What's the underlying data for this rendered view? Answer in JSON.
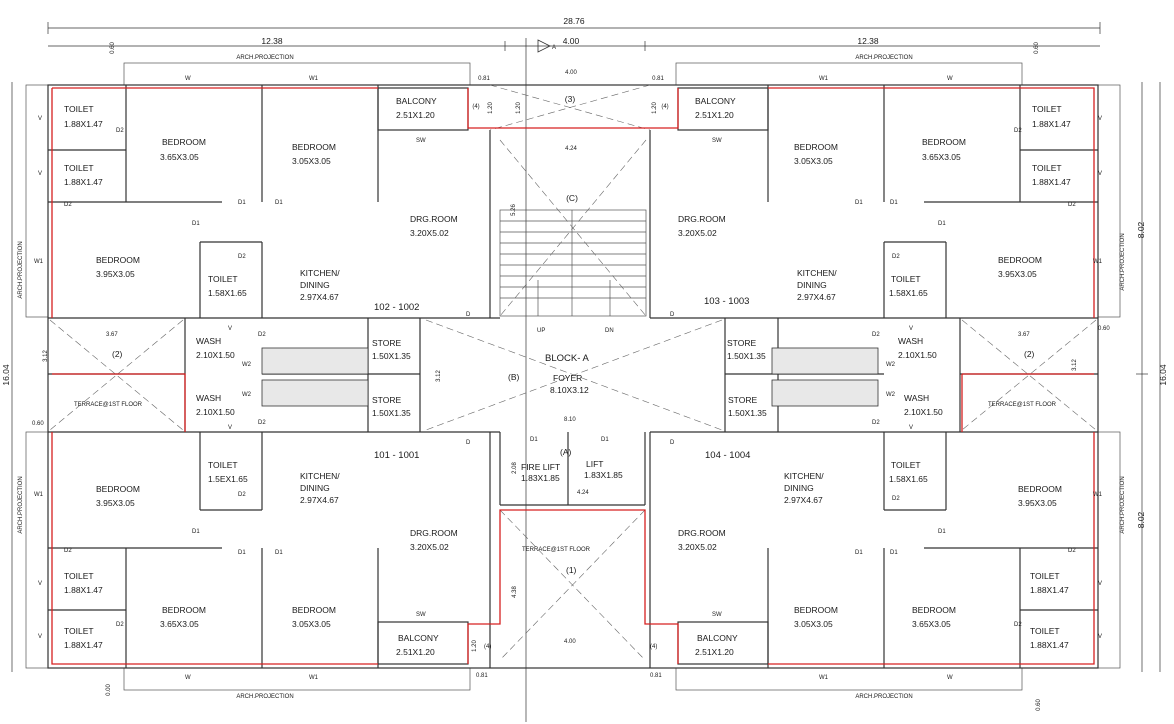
{
  "dimensions": {
    "overall_width": "28.76",
    "left_half": "12.38",
    "right_half": "12.38",
    "core_top": "4.00",
    "left_height": "16.04",
    "right_height": "16.04",
    "right_upper": "8.02",
    "right_lower": "8.02",
    "offset_060": "0.60",
    "offset_000": "0.00",
    "balc_gap": "0.81",
    "balc_120": "1.20",
    "lift_gap": "4.24",
    "stair_len": "5.26",
    "foyer_w": "8.10",
    "foyer_h": "3.12",
    "terrace_w": "3.67",
    "terrace_h": "3.12",
    "lift_h": "2.08",
    "core_bottom": "4.38"
  },
  "annotations": {
    "arch_projection": "ARCH.PROJECTION",
    "section_marker": "A",
    "circle_1": "(1)",
    "circle_2": "(2)",
    "circle_3": "(3)",
    "circle_4": "(4)",
    "circle_A": "(A)",
    "circle_B": "(B)",
    "circle_C": "(C)"
  },
  "block": {
    "name": "BLOCK- A",
    "foyer_label": "FOYER",
    "foyer_size": "8.10X3.12"
  },
  "units": {
    "u1002": "102 - 1002",
    "u1003": "103 - 1003",
    "u1001": "101 - 1001",
    "u1004": "104 - 1004"
  },
  "rooms": {
    "toilet": "TOILET",
    "toilet_188": "1.88X1.47",
    "toilet_158": "1.58X1.65",
    "toilet_15e": "1.5EX1.65",
    "bedroom": "BEDROOM",
    "bed_365": "3.65X3.05",
    "bed_305": "3.05X3.05",
    "bed_395": "3.95X3.05",
    "balcony": "BALCONY",
    "balcony_size": "2.51X1.20",
    "drg_room": "DRG.ROOM",
    "drg_size": "3.20X5.02",
    "kitchen": "KITCHEN/",
    "dining": "DINING",
    "kitchen_size": "2.97X4.67",
    "store": "STORE",
    "store_size": "1.50X1.35",
    "wash": "WASH",
    "wash_size": "2.10X1.50",
    "terrace": "TERRACE@1ST FLOOR",
    "fire_lift": "FIRE LIFT",
    "lift": "LIFT",
    "lift_size": "1.83X1.85"
  },
  "codes": {
    "w": "W",
    "w1": "W1",
    "w2": "W2",
    "v": "V",
    "d": "D",
    "d1": "D1",
    "d2": "D2",
    "sw": "SW",
    "up": "UP",
    "dn": "DN"
  }
}
